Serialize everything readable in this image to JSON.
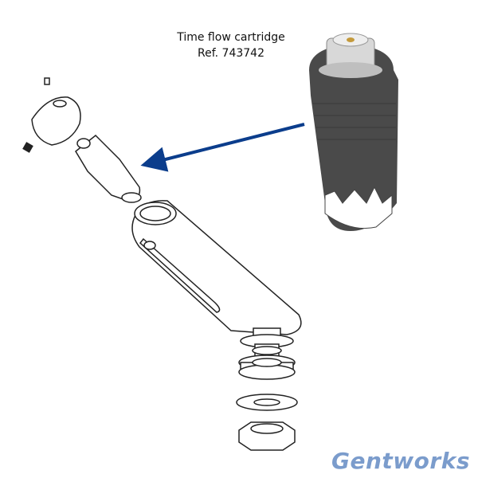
{
  "caption": {
    "line1": "Time flow cartridge",
    "line2": "Ref. 743742"
  },
  "logo": {
    "text": "Gentworks"
  },
  "colors": {
    "arrow": "#0b3d8c",
    "cartridge": "#4a4a4a",
    "logo": "#7b9ccc",
    "outline": "#222222"
  }
}
